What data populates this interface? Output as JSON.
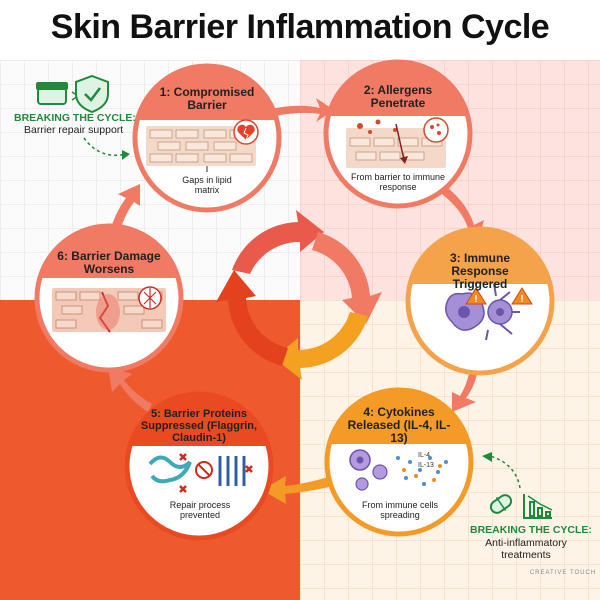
{
  "title": "Skin Barrier Inflammation Cycle",
  "steps": [
    {
      "title": "1: Compromised Barrier",
      "caption": "Gaps in lipid matrix"
    },
    {
      "title": "2: Allergens Penetrate",
      "caption": "From barrier to immune response"
    },
    {
      "title": "3: Immune Response Triggered",
      "caption": ""
    },
    {
      "title": "4: Cytokines Released (IL-4, IL-13)",
      "caption": "From immune cells spreading"
    },
    {
      "title": "5: Barrier Proteins Suppressed (Flaggrin, Claudin-1)",
      "caption": "Repair process prevented"
    },
    {
      "title": "6: Barrier Damage Worsens",
      "caption": ""
    }
  ],
  "breaking_left": {
    "heading": "BREAKING THE CYCLE:",
    "text": "Barrier repair support"
  },
  "breaking_right": {
    "heading": "BREAKING THE CYCLE:",
    "text": "Anti-inflammatory treatments"
  },
  "cytokine_labels": [
    "IL-4",
    "IL-13"
  ],
  "watermark": "CREATIVE TOUCH",
  "colors": {
    "step1": "#f07a63",
    "step2": "#f07a63",
    "step3": "#f4a34a",
    "step4": "#f49a26",
    "step5": "#ea4a22",
    "step6": "#f07a63",
    "green": "#1f8a3c"
  },
  "icons": [
    "cream-jar-icon",
    "shield-check-icon",
    "cracked-heart-icon",
    "allergen-particles-icon",
    "warning-triangle-icon",
    "immune-cell-icon",
    "protein-chain-icon",
    "prohibited-icon",
    "membrane-protein-icon",
    "pill-icon",
    "chart-icon"
  ]
}
